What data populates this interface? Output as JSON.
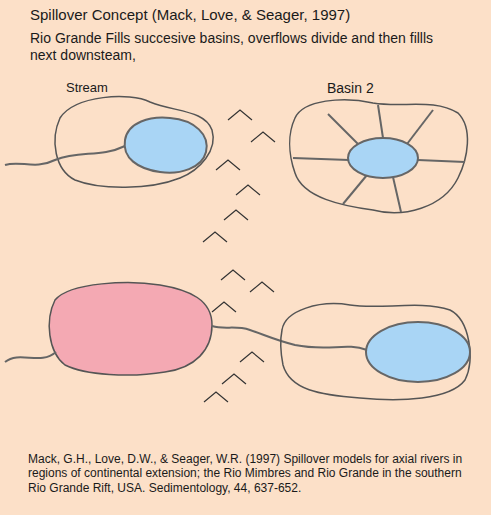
{
  "diagram": {
    "title": "Spillover Concept (Mack, Love, & Seager, 1997)",
    "caption": "Mack, G.H., Love, D.W., & Seager, W.R. (1997) Spillover models for axial rivers in regions of continental extension; the Rio Mimbres and Rio Grande in the southern Rio Grande Rift, USA. Sedimentology, 44, 637-652.",
    "nodes": [
      {
        "text": [
          "Basin 2"
        ]
      }
    ],
    "labels": [
      "Rio Grande Fills succesive basins, overflows divide and then fillls next downsteam,",
      "Stream"
    ]
  }
}
